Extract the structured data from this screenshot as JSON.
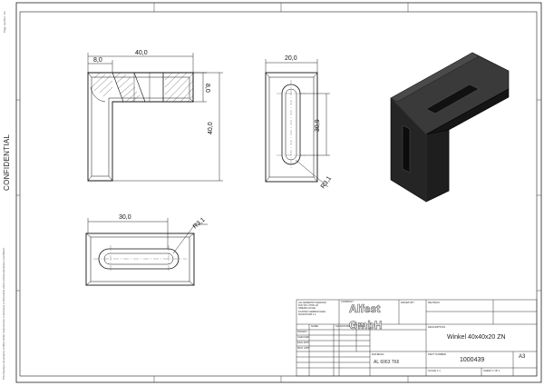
{
  "margin": {
    "confidential": "CONFIDENTIAL",
    "page_number": "Page number: 1/1",
    "legal": "This drawing is the property of Alfest GmbH. Reproduction or disclosure to third parties without written permission is prohibited."
  },
  "dimensions": {
    "front_width": "40,0",
    "front_thickness_h": "8,0",
    "front_thickness_v": "8,0",
    "front_height": "40,0",
    "side_width": "20,0",
    "slot_length": "30,9",
    "slot_radius": "R3,1",
    "top_length": "30,0",
    "top_radius": "R3,1"
  },
  "title_block": {
    "notes": [
      "ALLGEMEINTOLERANZ",
      "DIN ISO 2768 mK",
      "OBERFLÄCHE",
      "KANTEN GEBROCHEN",
      "MASSSTAB 1:1"
    ],
    "company_label": "COMPANY",
    "company_name": "Alfest GmbH",
    "drawn_by_label": "DRAWN BY",
    "description_label": "DESCRIPTION",
    "description": "Winkel 40x40x20 ZN",
    "material_label": "MATERIAL",
    "material": "AL 6063 T66",
    "part_no_label": "PART NUMBER",
    "part_no": "1000439",
    "size": "A3",
    "sheet": "SHEET 1 OF 1",
    "scale": "SCALE 1:1",
    "rev_label": "REVISION",
    "row_labels": [
      "DRAWN",
      "CHECKED",
      "ENG APPR",
      "MFG APPR"
    ],
    "col_labels": [
      "NAME",
      "SIGNATURE",
      "DATE"
    ]
  }
}
